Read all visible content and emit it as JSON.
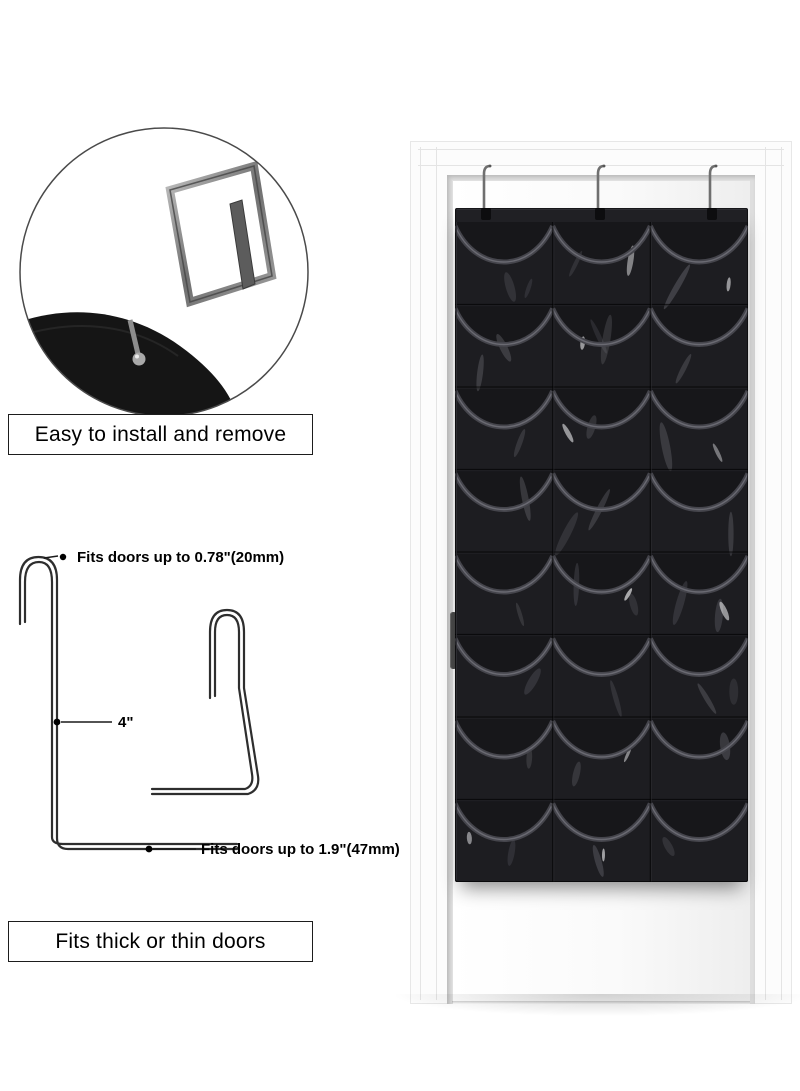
{
  "callouts": {
    "install": "Easy to install and remove",
    "fit": "Fits thick or thin doors"
  },
  "measurements": {
    "top_hook": "Fits doors up to 0.78\"(20mm)",
    "depth": "4\"",
    "bottom_hook": "Fits doors up to 1.9\"(47mm)"
  },
  "organizer": {
    "rows": 8,
    "columns": 3,
    "hooks": 3,
    "panel_color": "#17171a",
    "pocket_color": "#1d1d21",
    "binding_color": "#45454c",
    "sheen_color": "#73737c",
    "streak_dim": "#9d9da6",
    "streak_bright": "#f2f2f5"
  },
  "colors": {
    "door": "#fcfcfc",
    "frame_line": "#d9d9d9",
    "hook_metal": "#6f6f6f",
    "fabric": "#151515"
  }
}
